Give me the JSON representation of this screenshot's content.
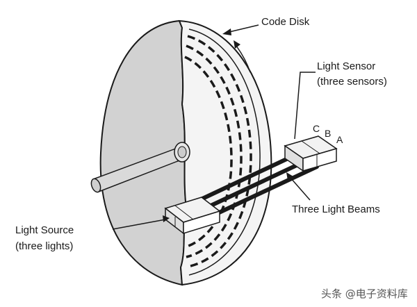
{
  "labels": {
    "code_disk": "Code Disk",
    "light_sensor_line1": "Light Sensor",
    "light_sensor_line2": "(three sensors)",
    "three_light_beams": "Three Light Beams",
    "light_source_line1": "Light Source",
    "light_source_line2": "(three lights)",
    "sensor_letters": [
      "C",
      "B",
      "A"
    ]
  },
  "watermark": "头条 @电子资料库",
  "colors": {
    "disk_face": "#d2d2d2",
    "disk_rim": "#f4f4f4",
    "outline": "#1a1a1a",
    "shaft": "#d9d9d9",
    "beam": "#1a1a1a"
  }
}
